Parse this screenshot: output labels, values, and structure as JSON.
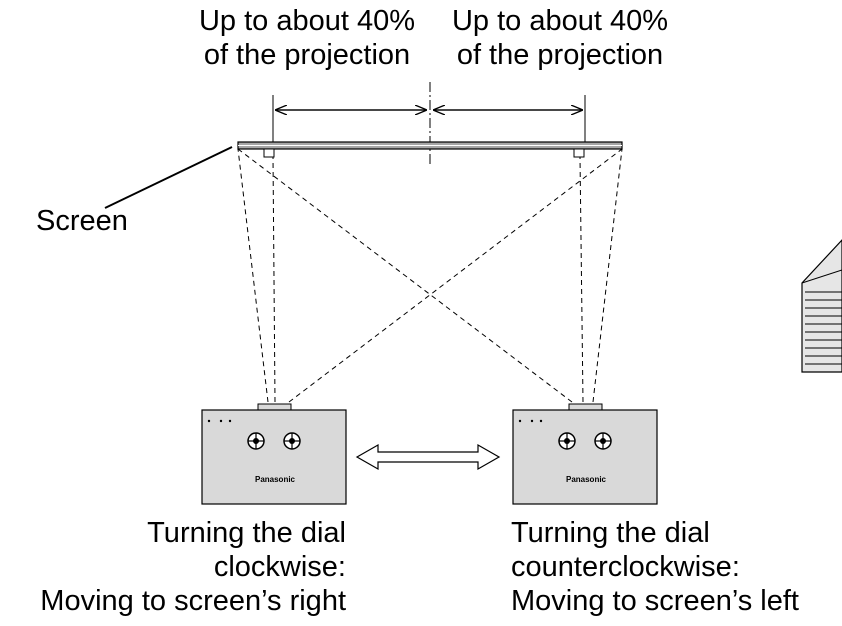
{
  "labels": {
    "left_range_line1": "Up to about 40%",
    "left_range_line2": "of the projection",
    "right_range_line1": "Up to about 40%",
    "right_range_line2": "of the projection",
    "screen": "Screen",
    "left_caption_line1": "Turning the dial",
    "left_caption_line2": "clockwise:",
    "left_caption_line3": "Moving to screen’s right",
    "right_caption_line1": "Turning the dial",
    "right_caption_line2": "counterclockwise:",
    "right_caption_line3": "Moving to screen’s left"
  },
  "projector": {
    "left_brand": "Panasonic",
    "right_brand": "Panasonic"
  },
  "colors": {
    "line": "#000000",
    "projector_fill": "#d9d9d9",
    "screen_fill": "#a6a6a6"
  }
}
